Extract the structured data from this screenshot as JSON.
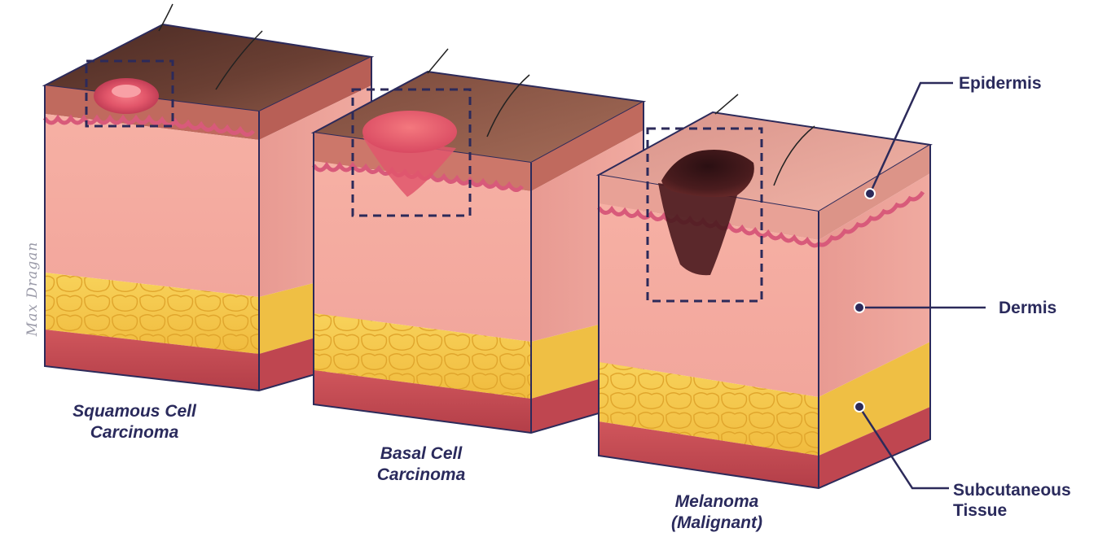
{
  "figure": {
    "blocks": [
      {
        "id": "scc",
        "caption_line1": "Squamous Cell",
        "caption_line2": "Carcinoma",
        "lesion": "squamous-cell-lesion"
      },
      {
        "id": "bcc",
        "caption_line1": "Basal Cell",
        "caption_line2": "Carcinoma",
        "lesion": "basal-cell-lesion"
      },
      {
        "id": "mel",
        "caption_line1": "Melanoma",
        "caption_line2": "(Malignant)",
        "lesion": "melanoma-lesion"
      }
    ],
    "layer_labels": {
      "epidermis": "Epidermis",
      "dermis": "Dermis",
      "subcutaneous_line1": "Subcutaneous",
      "subcutaneous_line2": "Tissue"
    },
    "signature": "Max Dragan",
    "colors": {
      "text": "#2a2a5c",
      "outline": "#2c2a5a",
      "epidermis": "#d85a7a",
      "dermis": "#f0a9a0",
      "fat": "#f5c84a",
      "muscle": "#c44a52",
      "melanoma": "#3e1a1c",
      "carcinoma": "#e4526a"
    }
  }
}
